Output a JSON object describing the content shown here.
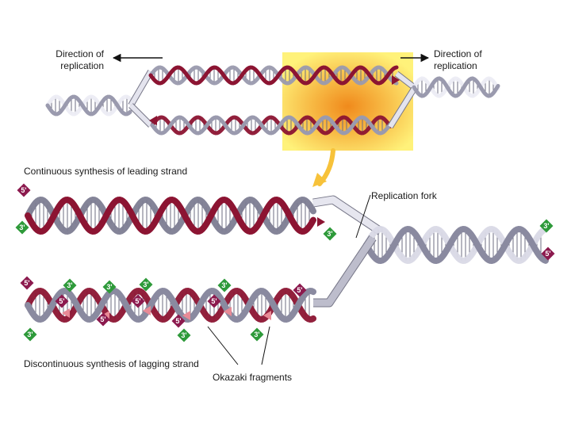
{
  "labels": {
    "direction_left_line1": "Direction of",
    "direction_left_line2": "replication",
    "direction_right_line1": "Direction of",
    "direction_right_line2": "replication",
    "leading": "Continuous synthesis of leading strand",
    "fork": "Replication fork",
    "lagging": "Discontinuous synthesis of lagging strand",
    "okazaki": "Okazaki fragments"
  },
  "end_markers": {
    "five_prime": "5'",
    "three_prime": "3'"
  },
  "colors": {
    "parent_strand": "#9a9aae",
    "parent_strand_light": "#ececf4",
    "new_strand_dark": "#8c1432",
    "new_strand_light": "#e88a96",
    "five_prime_marker": "#8c1a4e",
    "three_prime_marker": "#2e9a3a",
    "highlight_center": "#f08a1c",
    "highlight_edge": "#fff27a"
  }
}
